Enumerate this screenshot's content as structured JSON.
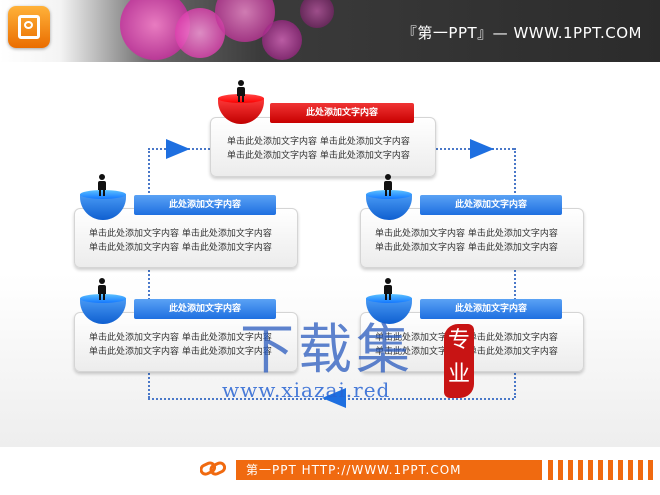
{
  "header": {
    "text": "『第一PPT』— WWW.1PPT.COM",
    "logo_icon": "presentation-icon"
  },
  "diagram": {
    "top": {
      "label": "此处添加文字内容",
      "lines": [
        "单击此处添加文字内容   单击此处添加文字内容",
        "单击此处添加文字内容   单击此处添加文字内容"
      ]
    },
    "left_upper": {
      "label": "此处添加文字内容",
      "lines": [
        "单击此处添加文字内容   单击此处添加文字内容",
        "单击此处添加文字内容   单击此处添加文字内容"
      ]
    },
    "right_upper": {
      "label": "此处添加文字内容",
      "lines": [
        "单击此处添加文字内容   单击此处添加文字内容",
        "单击此处添加文字内容   单击此处添加文字内容"
      ]
    },
    "left_lower": {
      "label": "此处添加文字内容",
      "lines": [
        "单击此处添加文字内容   单击此处添加文字内容",
        "单击此处添加文字内容   单击此处添加文字内容"
      ]
    },
    "right_lower": {
      "label": "此处添加文字内容",
      "lines": [
        "单击此处添加文字内容   单击此处添加文字内容",
        "单击此处添加文字内容   单击此处添加文字内容"
      ]
    }
  },
  "watermark": {
    "big": "下载集",
    "url": "www.xiazai.red",
    "seal": "专业"
  },
  "footer": {
    "text": "第一PPT HTTP://WWW.1PPT.COM",
    "link_icon": "link-icon"
  },
  "colors": {
    "accent_blue": "#1e6fe0",
    "accent_red": "#c80000",
    "footer_orange": "#f06a10"
  }
}
